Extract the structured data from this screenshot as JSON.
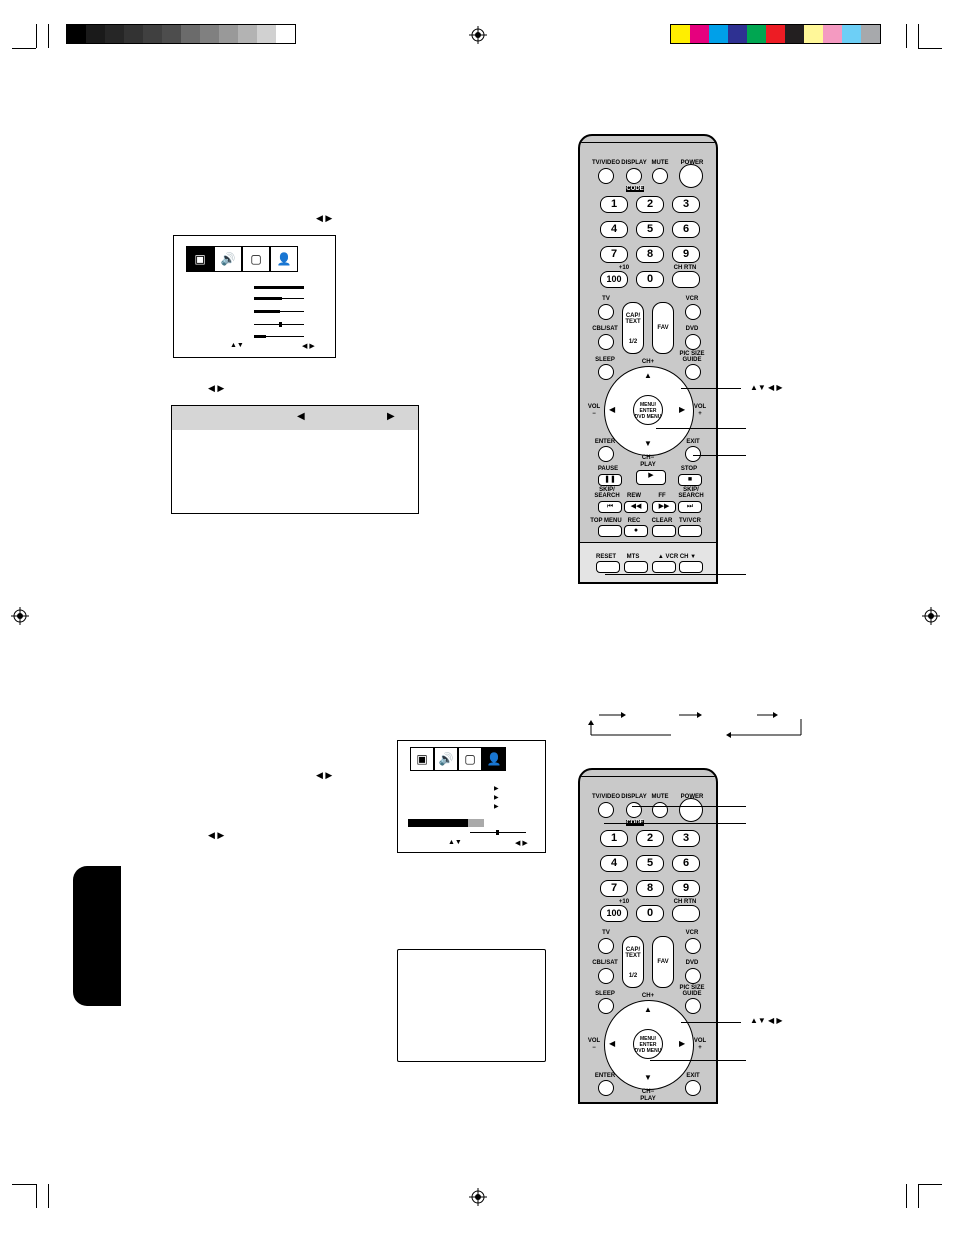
{
  "colors": {
    "gray_bars": [
      "#000000",
      "#1a1a1a",
      "#262626",
      "#333333",
      "#404040",
      "#4d4d4d",
      "#6b6b6b",
      "#808080",
      "#999999",
      "#b3b3b3",
      "#d1d1d1",
      "#ffffff"
    ],
    "color_bars": [
      "#ffee00",
      "#e6007e",
      "#00a0e9",
      "#2e3192",
      "#00a651",
      "#ed1c24",
      "#231f20",
      "#fff799",
      "#f49ac1",
      "#6dcff6",
      "#a7a9ac"
    ]
  },
  "osd_arrows": {
    "left_right": "◀  ▶",
    "up_down": "▲▼",
    "up_down_lr": "▲▼ ◀ ▶",
    "right": "▶",
    "left": "◀"
  },
  "remote": {
    "top_labels": [
      "TV/VIDEO",
      "DISPLAY",
      "MUTE",
      "POWER"
    ],
    "code_label": "CODE",
    "numbers": [
      "1",
      "2",
      "3",
      "4",
      "5",
      "6",
      "7",
      "8",
      "9",
      "100",
      "0"
    ],
    "plus10": "+10",
    "ch_rtn": "CH RTN",
    "tv": "TV",
    "vcr": "VCR",
    "cap_text": "CAP/ TEXT",
    "half": "1/2",
    "fav": "FAV",
    "cbl_sat": "CBL/SAT",
    "dvd": "DVD",
    "sleep": "SLEEP",
    "ch_plus": "CH+",
    "pic_size": "PIC SIZE",
    "guide": "GUIDE",
    "vol": "VOL",
    "vol_minus": "−",
    "vol_plus": "+",
    "menu": "MENU/ ENTER DVD MENU",
    "enter": "ENTER",
    "exit": "EXIT",
    "ch_minus": "CH−",
    "play": "PLAY",
    "pause": "PAUSE",
    "stop": "STOP",
    "skip_search": "SKIP/ SEARCH",
    "rew": "REW",
    "ff": "FF",
    "top_menu": "TOP MENU",
    "rec": "REC",
    "clear": "CLEAR",
    "tv_vcr": "TV/VCR",
    "reset": "RESET",
    "mts": "MTS",
    "vcr_ch": "▲ VCR CH ▼"
  },
  "callouts_top": [
    "▲▼ ◀ ▶"
  ],
  "callouts_bottom": [
    "▲▼ ◀ ▶"
  ]
}
